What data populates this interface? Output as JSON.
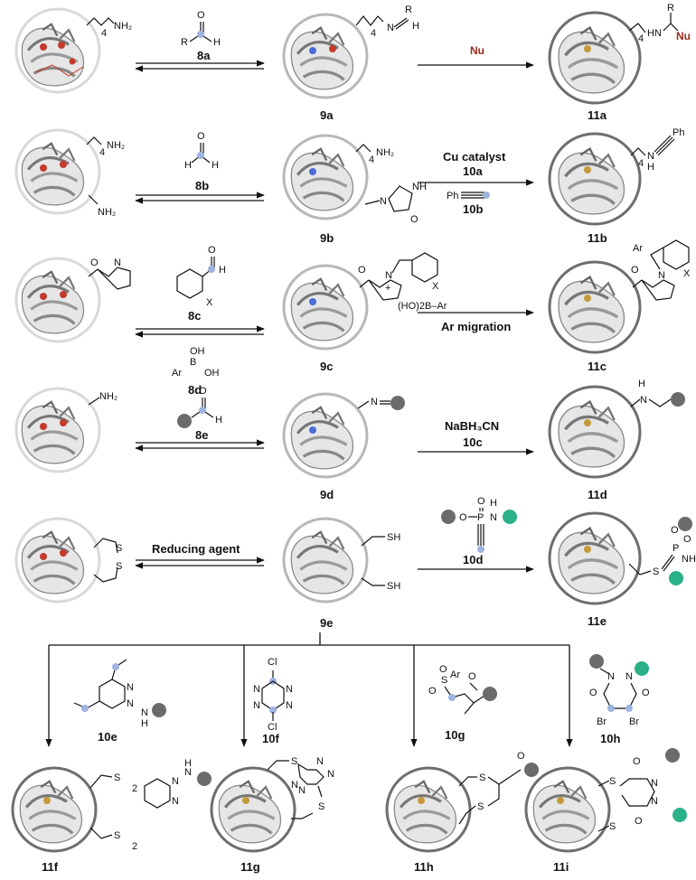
{
  "colors": {
    "ring_light": "#d9d9d9",
    "ring_dark": "#6e6e6e",
    "accent_red": "#9b2a1d",
    "blue_highlight": "#9db3e0",
    "grey_group": "#6b6b6b",
    "green_group": "#2bb187"
  },
  "rows": {
    "r1": {
      "reagent": "8a",
      "intermediate": "9a",
      "nu": "Nu",
      "product": "11a",
      "atoms": {
        "sm_n": "NH₂",
        "sm_4": "4",
        "ald_r": "R",
        "ald_h": "H",
        "ald_o": "O",
        "int_n": "N",
        "int_4": "4",
        "int_r": "R",
        "int_h": "H",
        "prod_n": "N",
        "prod_h": "H",
        "prod_4": "4",
        "prod_r": "R",
        "prod_nu": "Nu"
      }
    },
    "r2": {
      "reagent": "8b",
      "intermediate": "9b",
      "cond1": "Cu catalyst",
      "cond1_label": "10a",
      "cond2_label": "10b",
      "product": "11b",
      "atoms": {
        "sm_nh2a": "NH₂",
        "sm_nh2b": "NH₂",
        "sm_4": "4",
        "ald_h1": "H",
        "ald_h2": "H",
        "ald_o": "O",
        "int_nh2": "NH₂",
        "int_4": "4",
        "int_n": "N",
        "int_nh": "NH",
        "int_o": "O",
        "alkyne_ph": "Ph",
        "prod_n": "N",
        "prod_h": "H",
        "prod_4": "4",
        "prod_ph": "Ph"
      }
    },
    "r3": {
      "reagent1": "8c",
      "reagent2": "8d",
      "intermediate": "9c",
      "cond": "Ar migration",
      "product": "11c",
      "atoms": {
        "sm_o": "O",
        "sm_n": "N",
        "ald_o": "O",
        "ald_h": "H",
        "ald_x": "X",
        "bor_oh1": "OH",
        "bor_b": "B",
        "bor_oh2": "OH",
        "bor_ar": "Ar",
        "int_o": "O",
        "int_n": "N",
        "int_plus": "+",
        "int_x": "X",
        "int_boron": "(HO)2B–Ar",
        "prod_o": "O",
        "prod_n": "N",
        "prod_ar": "Ar",
        "prod_x": "X"
      }
    },
    "r4": {
      "reagent": "8e",
      "intermediate": "9d",
      "cond": "NaBH₃CN",
      "cond_label": "10c",
      "product": "11d",
      "atoms": {
        "sm_nh2": "NH₂",
        "ald_o": "O",
        "ald_h": "H",
        "int_n": "N",
        "prod_h": "H",
        "prod_n": "N"
      }
    },
    "r5": {
      "cond_left": "Reducing agent",
      "intermediate": "9e",
      "reagent": "10d",
      "product": "11e",
      "atoms": {
        "sm_s1": "S",
        "sm_s2": "S",
        "int_sh1": "SH",
        "int_sh2": "SH",
        "p_o": "O",
        "p_o2": "O",
        "p_p": "P",
        "p_nh": "H",
        "p_n": "N",
        "prod_s": "S",
        "prod_p": "P",
        "prod_o": "O",
        "prod_o2": "O",
        "prod_nh": "NH"
      }
    },
    "branch": {
      "reagents": [
        {
          "label": "10e",
          "atoms": {
            "n1": "N",
            "n2": "N",
            "n3": "N",
            "h": "H"
          }
        },
        {
          "label": "10f",
          "atoms": {
            "cl1": "Cl",
            "cl2": "Cl",
            "n1": "N",
            "n2": "N",
            "n3": "N",
            "n4": "N"
          }
        },
        {
          "label": "10g",
          "atoms": {
            "s": "S",
            "o1": "O",
            "o2": "O",
            "ar": "Ar",
            "o3": "O"
          }
        },
        {
          "label": "10h",
          "atoms": {
            "n1": "N",
            "n2": "N",
            "o1": "O",
            "o2": "O",
            "br1": "Br",
            "br2": "Br"
          }
        }
      ],
      "products": [
        {
          "label": "11f",
          "atoms": {
            "s1": "S",
            "s2": "S",
            "n1": "N",
            "n2": "N",
            "n3": "N",
            "h": "H",
            "sub1": "2",
            "sub2": "2"
          }
        },
        {
          "label": "11g",
          "atoms": {
            "s1": "S",
            "s2": "S",
            "n1": "N",
            "n2": "N",
            "n3": "N",
            "n4": "N"
          }
        },
        {
          "label": "11h",
          "atoms": {
            "s1": "S",
            "s2": "S",
            "o": "O"
          }
        },
        {
          "label": "11i",
          "atoms": {
            "s1": "S",
            "s2": "S",
            "o1": "O",
            "o2": "O",
            "n1": "N",
            "n2": "N"
          }
        }
      ]
    }
  }
}
